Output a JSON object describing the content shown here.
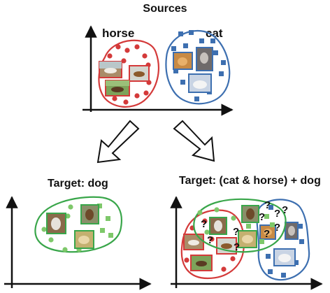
{
  "title_sources": "Sources",
  "label_horse": "horse",
  "label_cat": "cat",
  "title_target_dog": "Target: dog",
  "title_target_mixed": "Target: (cat & horse) + dog",
  "question_glyph": "?",
  "colors": {
    "horse": "#d43a3a",
    "cat": "#3d6fb0",
    "dog": "#7ec86a",
    "dog_outline": "#39a64a",
    "axis": "#111111"
  },
  "icons": {
    "horse_photo": "horse-photo-icon",
    "cat_photo": "cat-photo-icon",
    "dog_photo": "dog-photo-icon",
    "arrow": "hollow-arrow-icon"
  }
}
